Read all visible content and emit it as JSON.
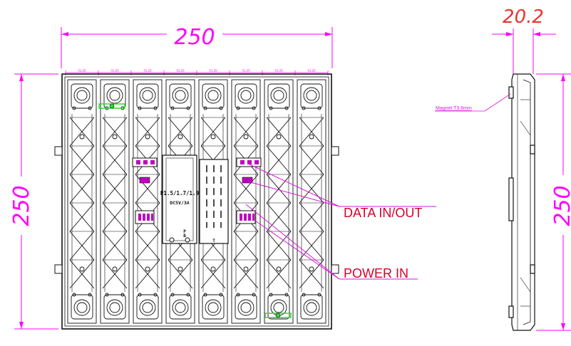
{
  "dimensions": {
    "width_label": "250",
    "height_label": "250",
    "side_height_label": "250",
    "thickness_label": "20.2",
    "column_pitch_label": "31.25",
    "column_count": 8
  },
  "callouts": {
    "data_in_out": "DATA IN/OUT",
    "power_in": "POWER IN",
    "magnet": "Magnet T3.6mm"
  },
  "pcb_labels": {
    "model": "P1.5/1.7/1.9",
    "voltage": "DC5V/3A",
    "pins_pb": "P\nB",
    "pin_t": "T"
  },
  "colors": {
    "dimension_line": "#ff00ff",
    "thickness_text": "#e8332c",
    "callout_text": "#d6002a",
    "callout_line": "#d61ad6",
    "module_outline": "#111111",
    "connector_accent": "#c000c0",
    "magnet_marker": "#39d439"
  }
}
